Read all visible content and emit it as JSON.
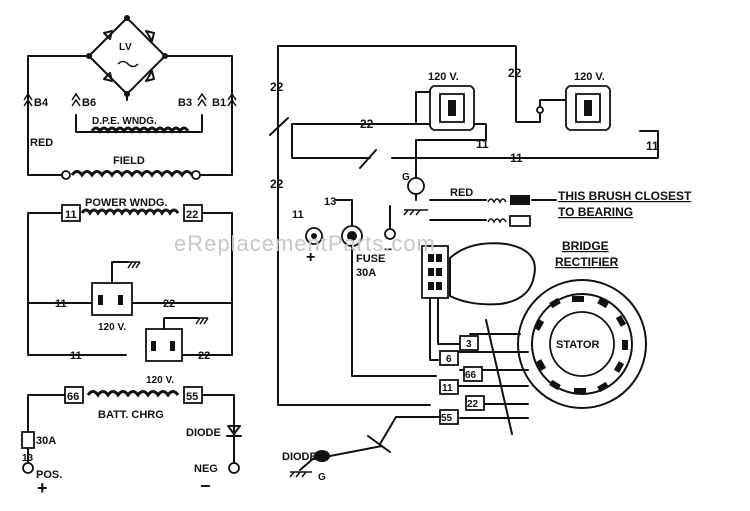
{
  "labels": {
    "b4": "B4",
    "b6": "B6",
    "b3": "B3",
    "b1": "B1",
    "red_left": "RED",
    "dpe": "D.P.E. WNDG.",
    "field": "FIELD",
    "power_wndg": "POWER WNDG.",
    "t11": "11",
    "t22": "22",
    "t66": "66",
    "t55": "55",
    "t13": "13",
    "t3": "3",
    "t6": "6",
    "g": "G",
    "v120": "120 V.",
    "batt_chrg": "BATT. CHRG",
    "a30": "30A",
    "pos": "POS.",
    "neg": "NEG",
    "diode": "DIODE",
    "fuse": "FUSE",
    "fuse_a": "30A",
    "red_right": "RED",
    "brush_note_1": "THIS BRUSH CLOSEST",
    "brush_note_2": "TO BEARING",
    "bridge_1": "BRIDGE",
    "bridge_2": "RECTIFIER",
    "stator": "STATOR",
    "plus": "+",
    "minus": "−",
    "watermark": "eReplacementParts.com"
  }
}
